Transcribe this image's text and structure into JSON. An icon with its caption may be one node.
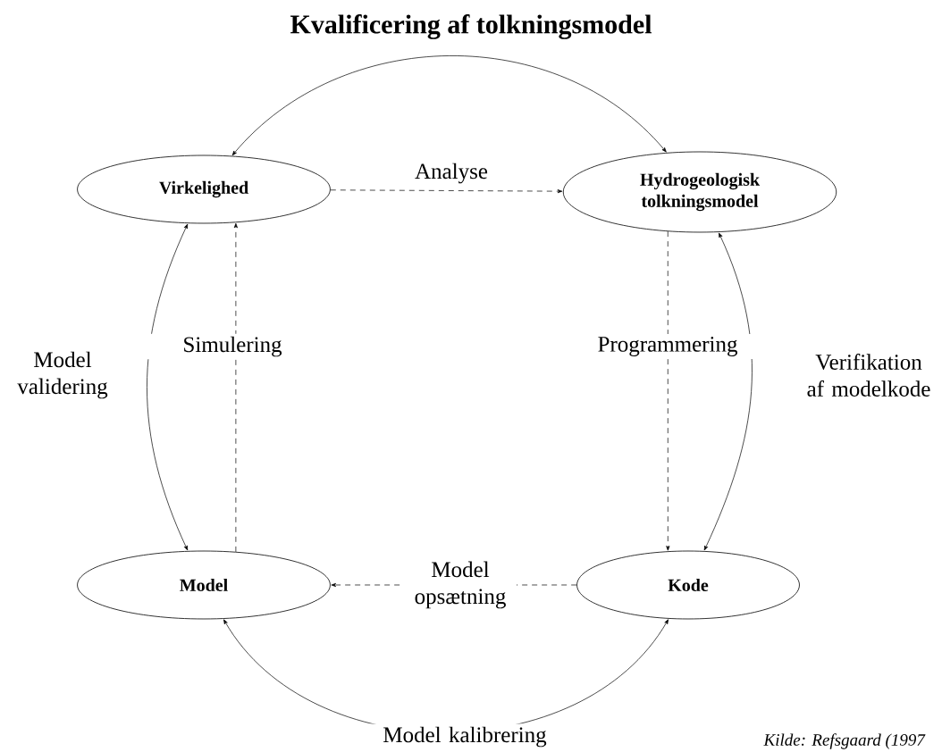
{
  "diagram": {
    "title": "Kvalificering af tolkningsmodel",
    "nodes": [
      {
        "text": [
          "Virkelighed"
        ]
      },
      {
        "text": [
          "Hydrogeologisk tolkningsmodel"
        ]
      },
      {
        "text": [
          "Model"
        ]
      },
      {
        "text": [
          "Kode"
        ]
      }
    ],
    "edges": [
      {
        "from": 0,
        "to": 1,
        "arrow": "both"
      },
      {
        "from": 0,
        "to": 1,
        "arrow": "to",
        "style": "dashed",
        "label": "Analyse"
      },
      {
        "from": 1,
        "to": 3,
        "arrow": "to",
        "style": "dashed",
        "label": "Programmering"
      },
      {
        "from": 3,
        "to": 2,
        "arrow": "to",
        "style": "dashed",
        "label": "Model opsætning"
      },
      {
        "from": 2,
        "to": 0,
        "arrow": "to",
        "style": "dashed",
        "label": "Simulering"
      },
      {
        "from": 0,
        "to": 2,
        "arrow": "both",
        "label": "Model validering"
      },
      {
        "from": 1,
        "to": 3,
        "arrow": "both",
        "label": "Verifikation af modelkode"
      },
      {
        "from": 2,
        "to": 3,
        "arrow": "both",
        "label": "Model kalibrering"
      }
    ],
    "labels": [
      "*Kilde: Refsgaard (1997*"
    ]
  }
}
